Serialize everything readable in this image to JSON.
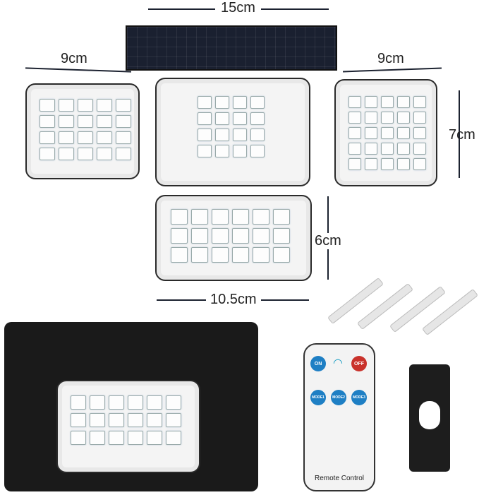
{
  "dimensions": {
    "solar_width": "15cm",
    "left_width": "9cm",
    "right_width": "9cm",
    "side_height": "7cm",
    "bottom_height": "6cm",
    "bottom_width": "10.5cm"
  },
  "remote": {
    "on": "ON",
    "off": "OFF",
    "mode1": "MODE1",
    "mode2": "MODE2",
    "mode3": "MODE3",
    "label": "Remote Control"
  },
  "colors": {
    "on": "#1e7fc4",
    "off": "#c9322b",
    "mode": "#1e7fc4"
  }
}
